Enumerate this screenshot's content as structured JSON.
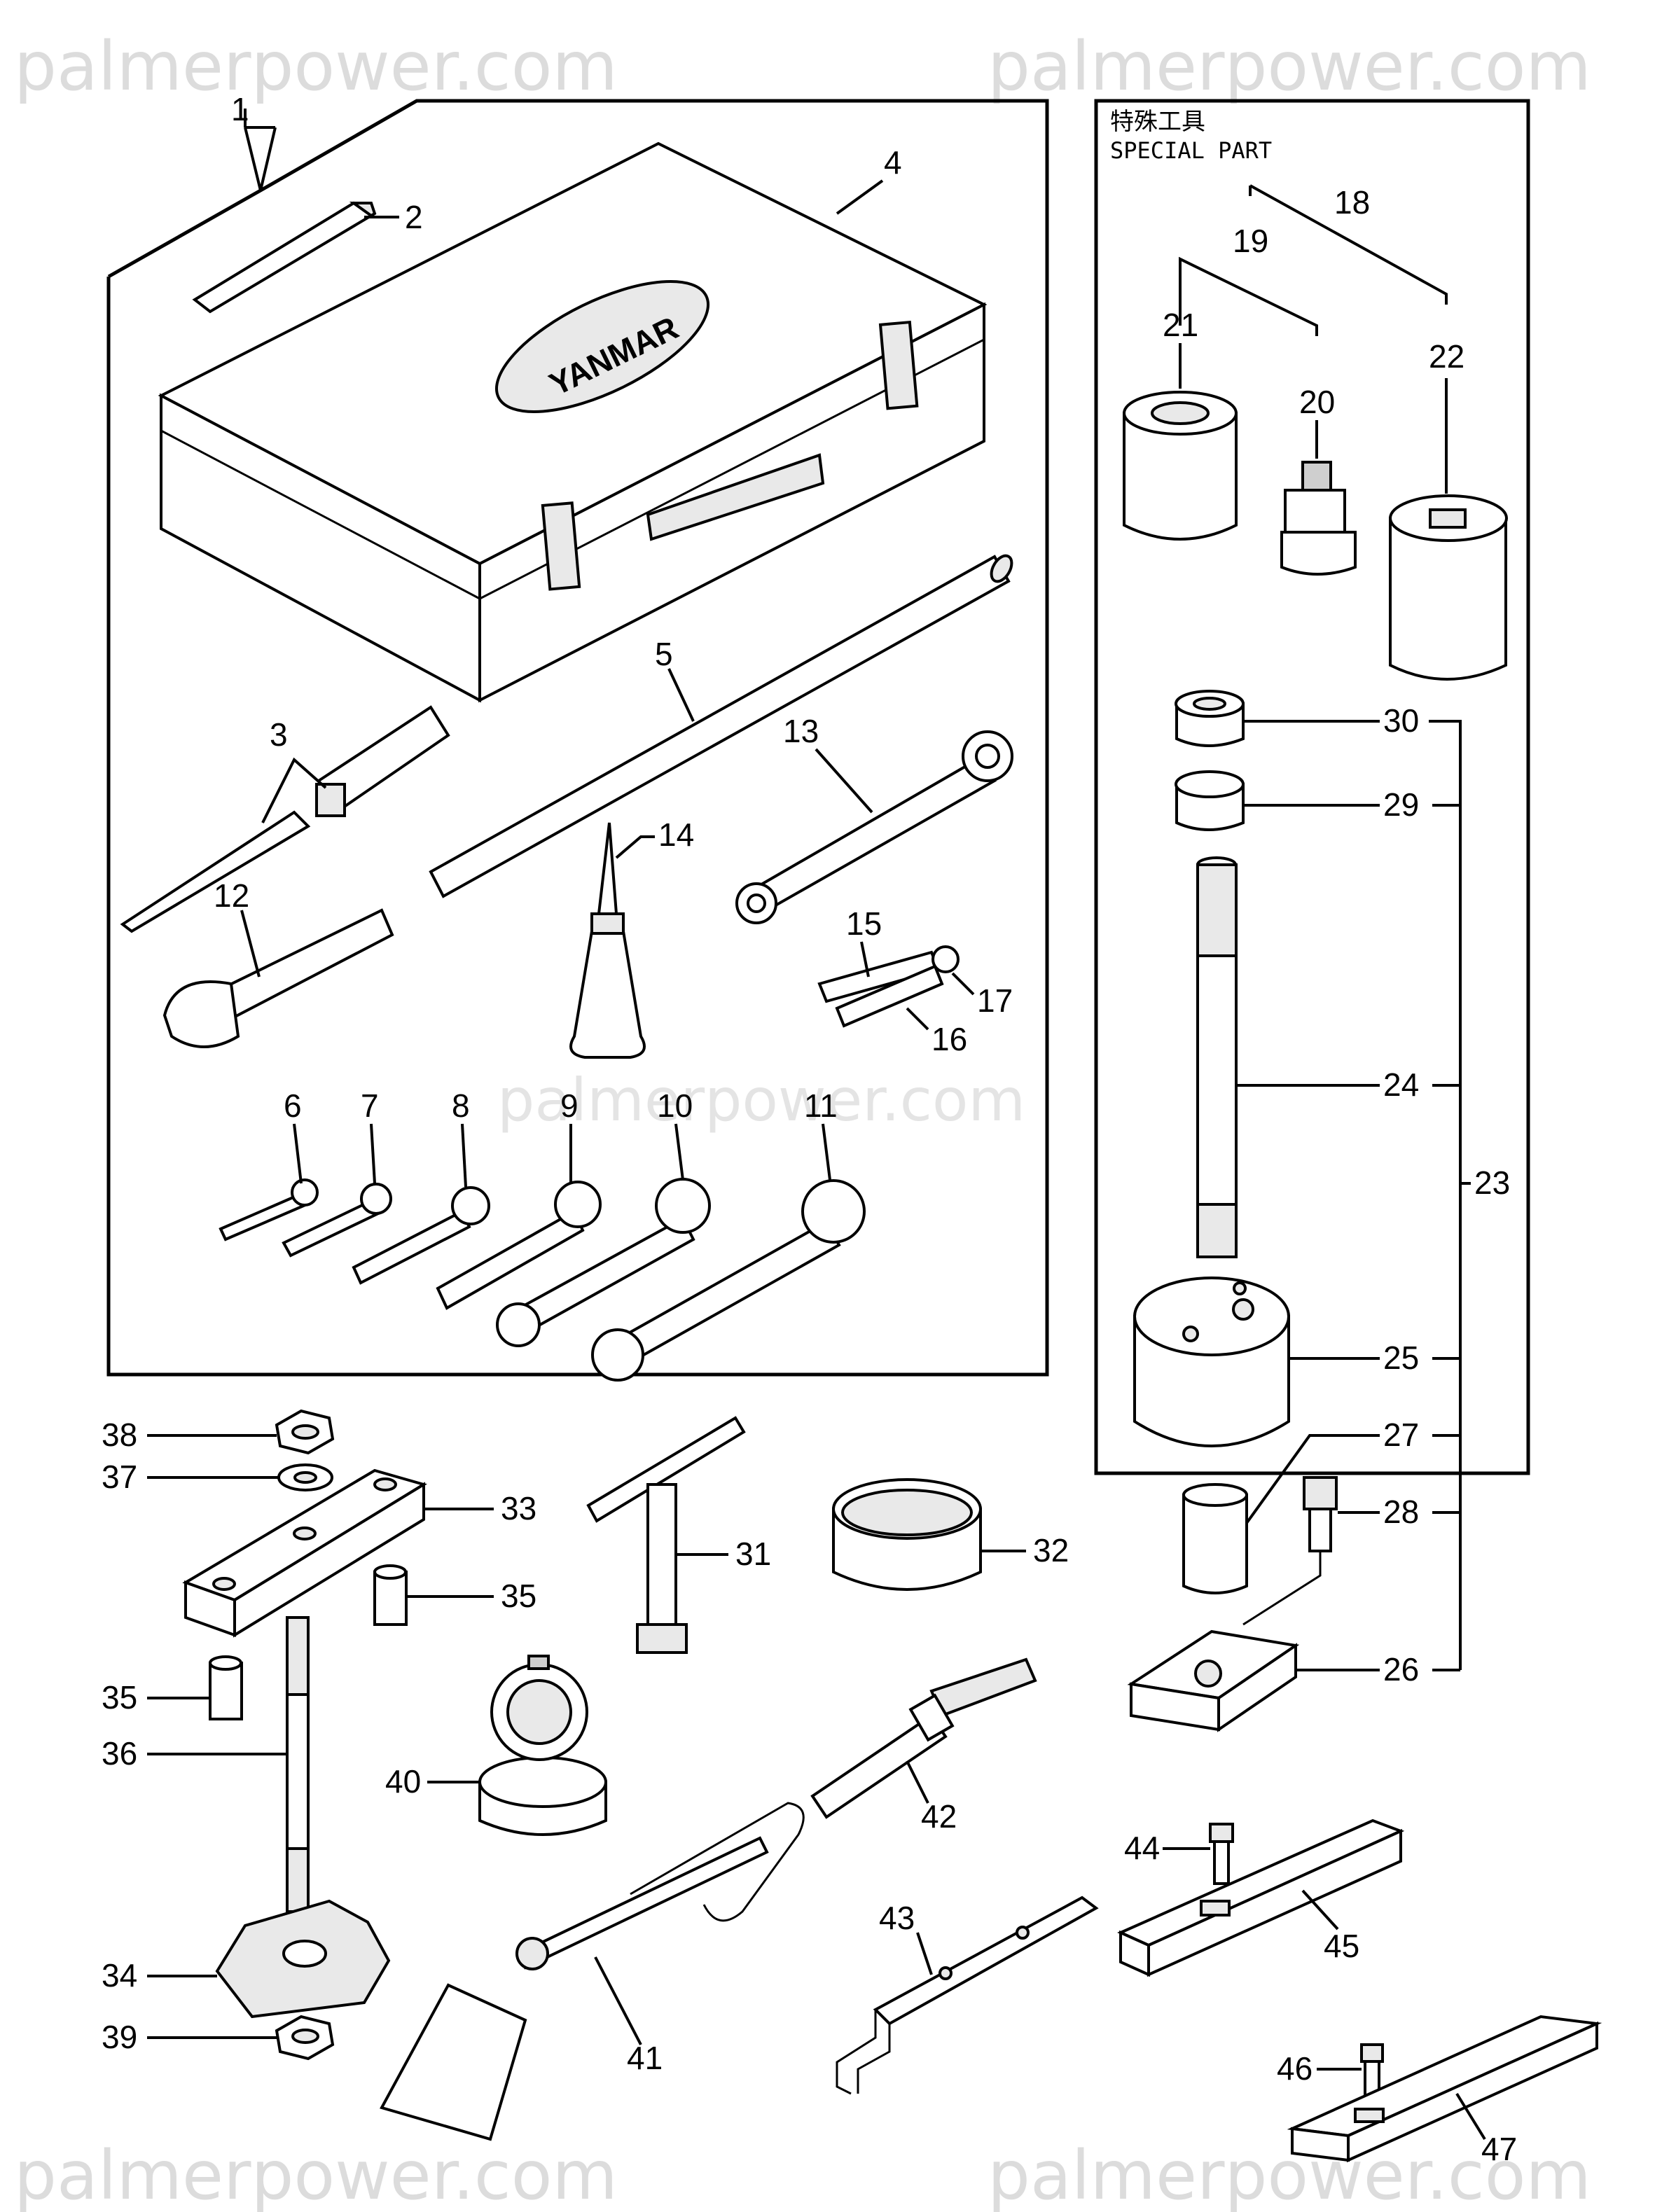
{
  "watermark": {
    "top_left": "palmerpower.com",
    "top_right": "palmerpower.com",
    "center": "palmerpower.com",
    "bottom_left": "palmerpower.com",
    "bottom_right": "palmerpower.com"
  },
  "special_part_box": {
    "title_jp": "特殊工具",
    "title_en": "SPECIAL PART"
  },
  "callouts": {
    "n1": "1",
    "n2": "2",
    "n3": "3",
    "n4": "4",
    "n5": "5",
    "n6": "6",
    "n7": "7",
    "n8": "8",
    "n9": "9",
    "n10": "10",
    "n11": "11",
    "n12": "12",
    "n13": "13",
    "n14": "14",
    "n15": "15",
    "n16": "16",
    "n17": "17",
    "n18": "18",
    "n19": "19",
    "n20": "20",
    "n21": "21",
    "n22": "22",
    "n23": "23",
    "n24": "24",
    "n25": "25",
    "n26": "26",
    "n27": "27",
    "n28": "28",
    "n29": "29",
    "n30": "30",
    "n31": "31",
    "n32": "32",
    "n33": "33",
    "n34": "34",
    "n35a": "35",
    "n35b": "35",
    "n36": "36",
    "n37": "37",
    "n38": "38",
    "n39": "39",
    "n40": "40",
    "n41": "41",
    "n42": "42",
    "n43": "43",
    "n44": "44",
    "n45": "45",
    "n46": "46",
    "n47": "47"
  },
  "box_logo": "YANMAR"
}
